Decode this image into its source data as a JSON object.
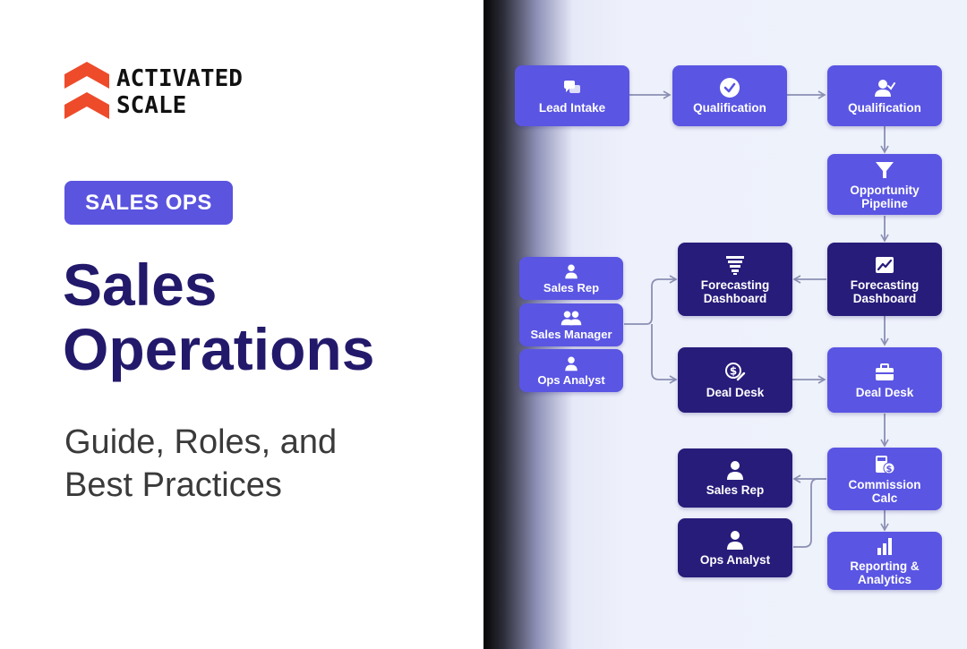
{
  "brand": {
    "line1": "ACTIVATED",
    "line2": "SCALE",
    "logo_color": "#ee4b2b"
  },
  "badge": {
    "label": "SALES OPS"
  },
  "title": {
    "line1": "Sales",
    "line2": "Operations"
  },
  "subtitle": {
    "line1": "Guide, Roles, and",
    "line2": "Best Practices"
  },
  "colors": {
    "title": "#23196b",
    "node_light": "#5a55e3",
    "node_dark": "#271c7a",
    "connector": "#8b8fb3"
  },
  "nodes": {
    "lead_intake": {
      "label": "Lead Intake",
      "icon": "chat-icon"
    },
    "qualification_1": {
      "label": "Qualification",
      "icon": "check-circle-icon"
    },
    "qualification_2": {
      "label": "Qualification",
      "icon": "user-check-icon"
    },
    "opportunity_pipeline": {
      "label1": "Opportunity",
      "label2": "Pipeline",
      "icon": "funnel-icon"
    },
    "forecasting_dashboard_right": {
      "label1": "Forecasting",
      "label2": "Dashboard",
      "icon": "trend-chart-icon"
    },
    "forecasting_dashboard_left": {
      "label1": "Forecasting",
      "label2": "Dashboard",
      "icon": "funnel-stack-icon"
    },
    "role_sales_rep": {
      "label": "Sales Rep",
      "icon": "user-icon"
    },
    "role_sales_manager": {
      "label": "Sales Manager",
      "icon": "users-icon"
    },
    "role_ops_analyst": {
      "label": "Ops Analyst",
      "icon": "user-icon"
    },
    "deal_desk_left": {
      "label": "Deal Desk",
      "icon": "dollar-pen-icon"
    },
    "deal_desk_right": {
      "label": "Deal Desk",
      "icon": "briefcase-icon"
    },
    "commission_calc": {
      "label1": "Commission",
      "label2": "Calc",
      "icon": "calculator-dollar-icon"
    },
    "sales_rep_bottom": {
      "label": "Sales Rep",
      "icon": "user-icon"
    },
    "ops_analyst_bottom": {
      "label": "Ops Analyst",
      "icon": "user-icon"
    },
    "reporting_analytics": {
      "label1": "Reporting &",
      "label2": "Analytics",
      "icon": "bar-chart-icon"
    }
  }
}
